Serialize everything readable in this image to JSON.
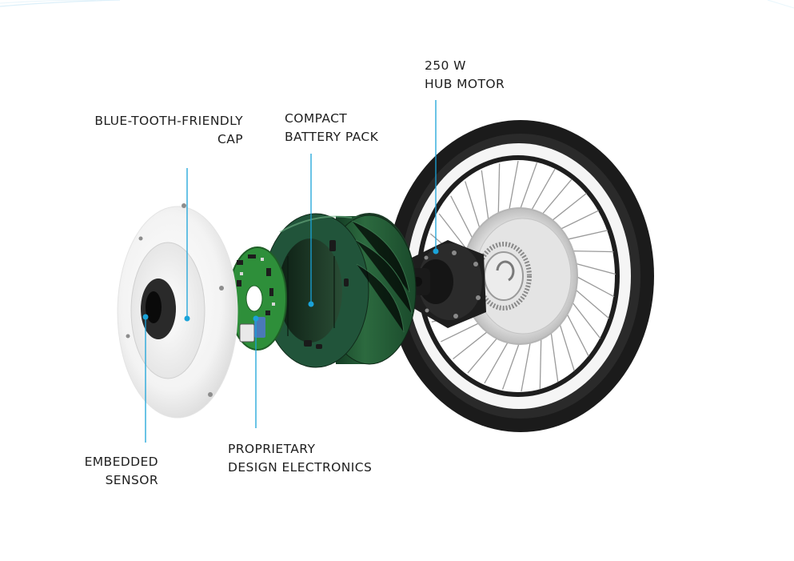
{
  "labels": {
    "hub_motor": {
      "line1": "250 W",
      "line2": "HUB MOTOR"
    },
    "cap": {
      "line1": "BLUE-TOOTH-FRIENDLY",
      "line2": "CAP"
    },
    "battery": {
      "line1": "COMPACT",
      "line2": "BATTERY PACK"
    },
    "sensor": {
      "line1": "EMBEDDED",
      "line2": "SENSOR"
    },
    "electronics": {
      "line1": "PROPRIETARY",
      "line2": "DESIGN ELECTRONICS"
    }
  },
  "colors": {
    "leader_line": "#1aa3d9",
    "battery_green": "#1e5a34",
    "tire": "#1b1b1b",
    "pcb_green": "#2e8f3a"
  }
}
